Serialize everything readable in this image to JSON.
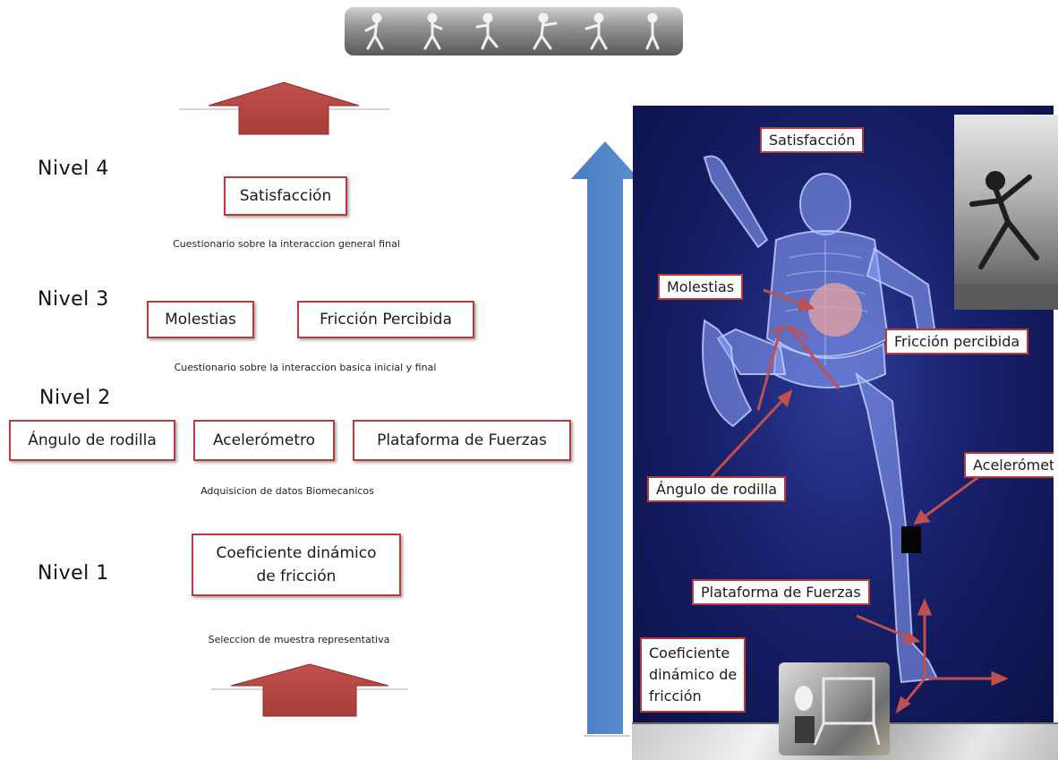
{
  "levels": {
    "nivel4": "Nivel 4",
    "nivel3": "Nivel 3",
    "nivel2": "Nivel 2",
    "nivel1": "Nivel 1"
  },
  "left_boxes": {
    "satisfaccion": "Satisfacción",
    "molestias": "Molestias",
    "friccion_percibida": "Fricción Percibida",
    "angulo_rodilla": "Ángulo de rodilla",
    "acelerometro": "Acelerómetro",
    "plataforma": "Plataforma de Fuerzas",
    "coef_line1": "Coeficiente dinámico",
    "coef_line2": "de fricción"
  },
  "captions": {
    "c4": "Cuestionario sobre la interaccion general final",
    "c3": "Cuestionario sobre la interaccion basica inicial y final",
    "c2": "Adquisicion de datos Biomecanicos",
    "c1": "Seleccion de muestra representativa"
  },
  "panel_labels": {
    "satisfaccion": "Satisfacción",
    "molestias": "Molestias",
    "friccion_percibida": "Fricción percibida",
    "acelerometro": "Acelerómetro",
    "angulo_rodilla": "Ángulo de rodilla",
    "plataforma": "Plataforma de Fuerzas",
    "coef_line1": "Coeficiente",
    "coef_line2": "dinámico de",
    "coef_line3": "fricción"
  },
  "colors": {
    "accent_red": "#c0504d",
    "arrow_blue": "#4f81bd",
    "panel_blue": "#17206b"
  }
}
